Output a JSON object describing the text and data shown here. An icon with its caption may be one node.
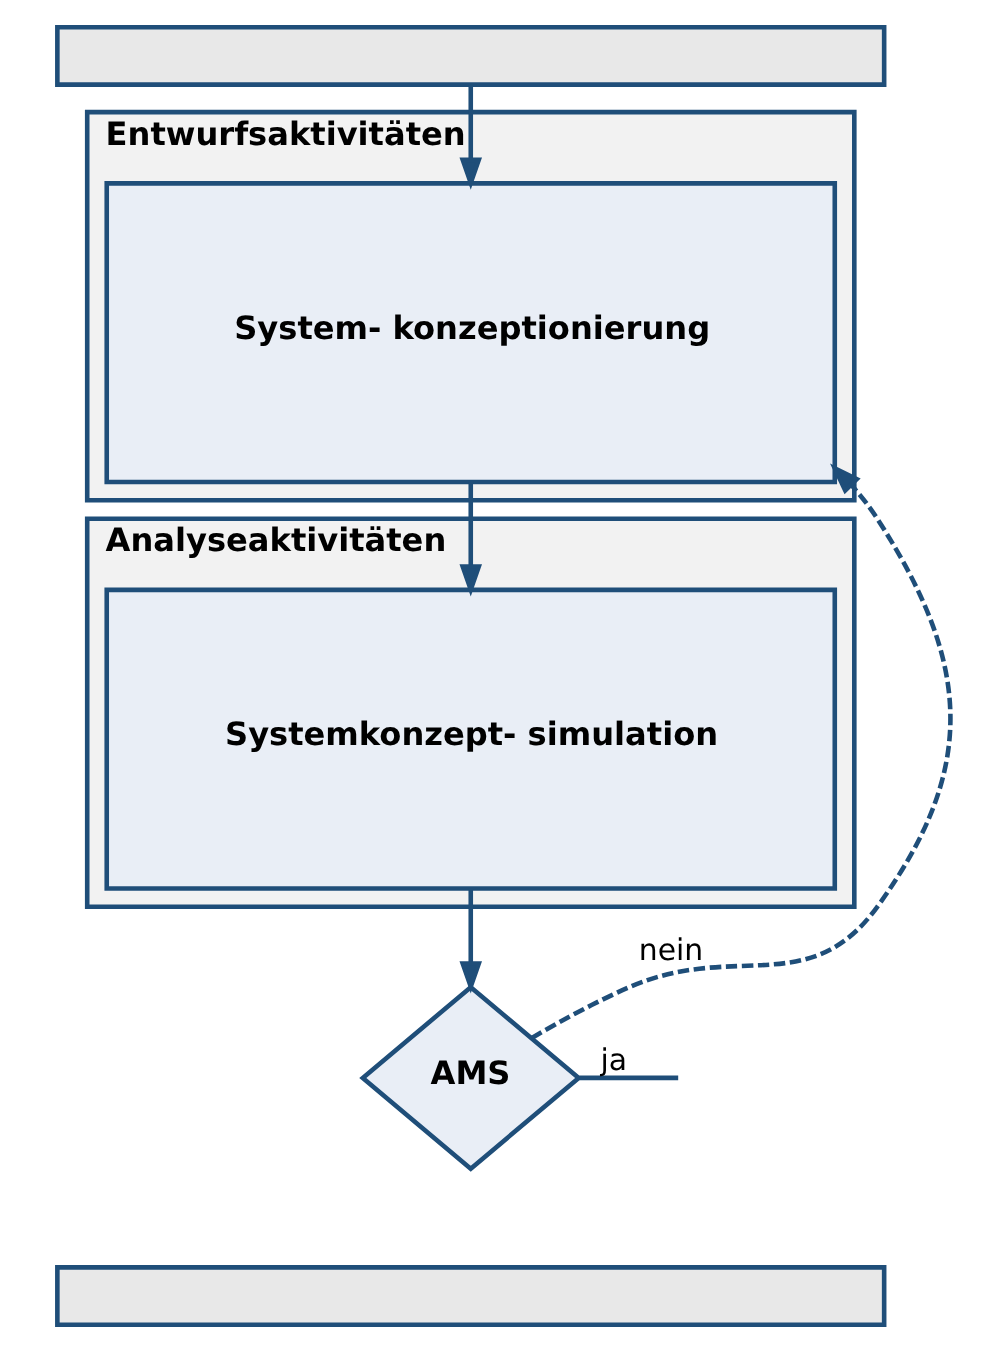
{
  "diagram": {
    "nodes": [
      {
        "text": [],
        "shape": "bar"
      },
      {
        "text": [
          "Entwurfsaktivitäten"
        ]
      },
      {
        "text": [
          "System- konzeptionierung"
        ],
        "in": 1
      },
      {
        "text": [
          "Analyseaktivitäten"
        ]
      },
      {
        "text": [
          "Systemkonzept- simulation"
        ],
        "in": 3
      },
      {
        "text": [
          "AMS"
        ]
      },
      {
        "text": [],
        "shape": "bar"
      }
    ],
    "edges": [
      {
        "from": 0,
        "to": 2,
        "arrow": "to"
      },
      {
        "from": 2,
        "to": 4,
        "arrow": "to"
      },
      {
        "from": 4,
        "to": 5,
        "arrow": "to"
      },
      {
        "from": 5,
        "to": 2,
        "arrow": "to",
        "label": "nein",
        "style": "dashed"
      },
      {
        "from": 5,
        "to": null,
        "arrow": "none",
        "label": "ja"
      }
    ]
  }
}
